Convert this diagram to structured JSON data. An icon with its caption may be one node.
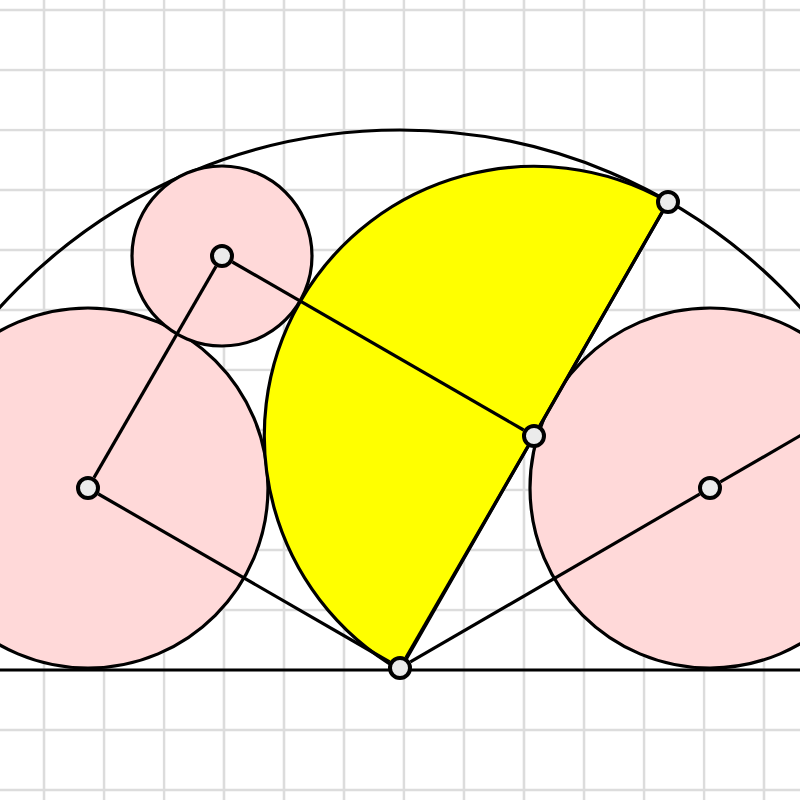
{
  "diagram": {
    "nodes": [
      {
        "text": [],
        "shape": "circle"
      },
      {
        "text": [],
        "shape": "circle"
      },
      {
        "text": [],
        "shape": "circle"
      },
      {
        "text": [],
        "shape": "circle"
      },
      {
        "text": [],
        "shape": "circle"
      },
      {
        "text": [],
        "shape": "circle"
      }
    ],
    "edges": [
      {
        "from": 0,
        "to": 1,
        "arrow": "none"
      },
      {
        "from": 0,
        "to": 2,
        "arrow": "none"
      },
      {
        "from": 1,
        "to": 3,
        "arrow": "none"
      },
      {
        "from": 2,
        "to": 3,
        "arrow": "none"
      },
      {
        "from": 3,
        "to": 4,
        "arrow": "none"
      },
      {
        "from": 2,
        "to": 5,
        "arrow": "none"
      },
      {
        "from": 5,
        "to": null,
        "arrow": "none"
      }
    ]
  }
}
